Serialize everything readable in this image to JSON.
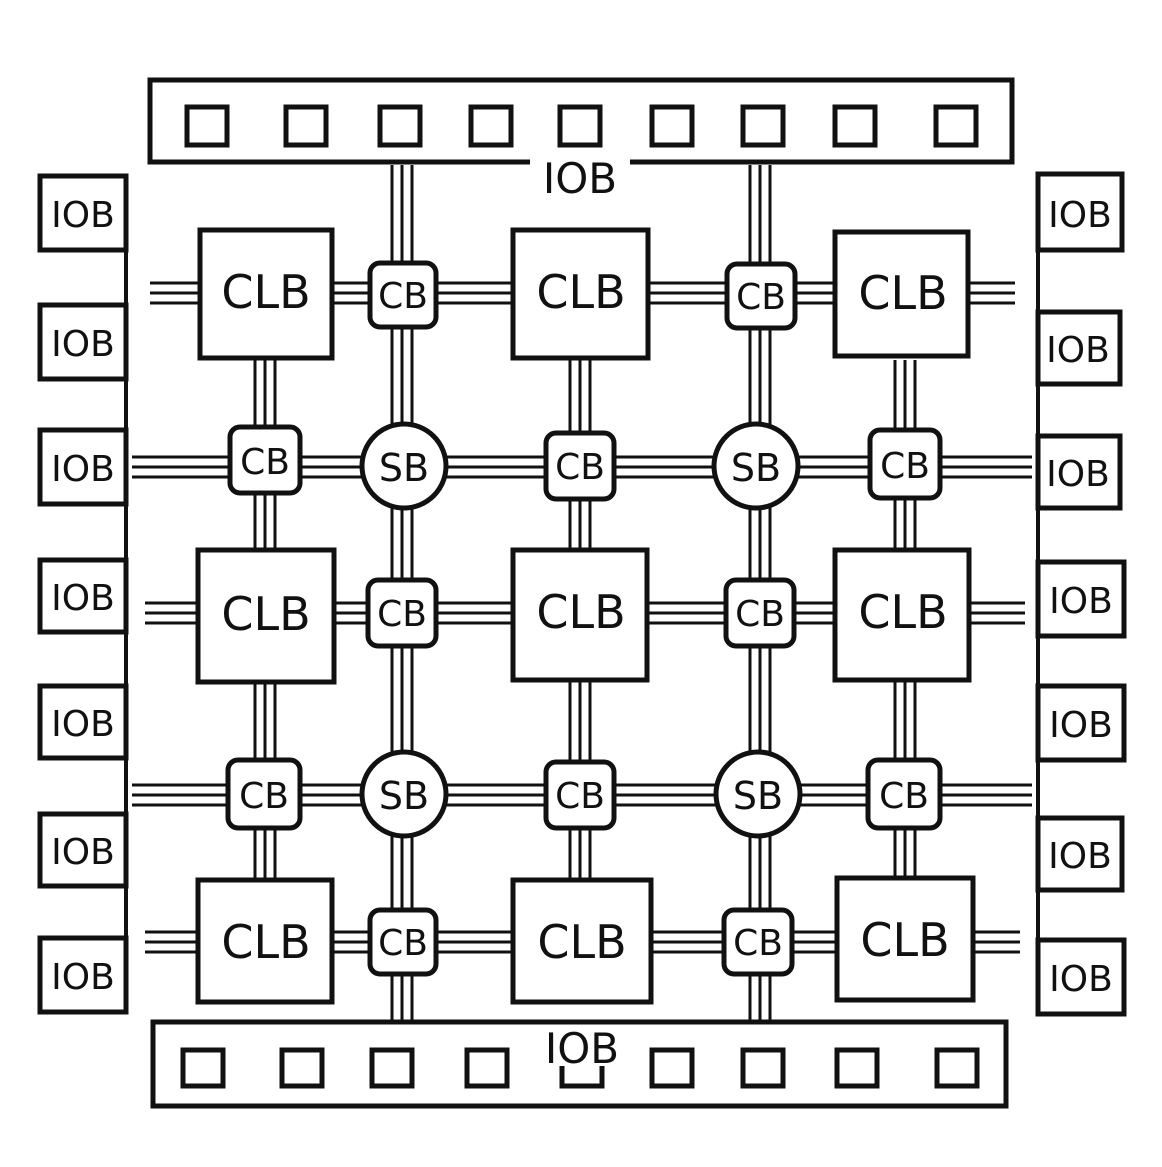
{
  "labels": {
    "iob": "IOB",
    "clb": "CLB",
    "cb": "CB",
    "sb": "SB"
  },
  "colors": {
    "ink": "#111111",
    "paper": "#ffffff"
  },
  "top_bar": {
    "label": "IOB",
    "pad_count": 9
  },
  "bottom_bar": {
    "label": "IOB",
    "pad_count": 9
  },
  "left_column": {
    "iob_count": 7
  },
  "right_column": {
    "iob_count": 7
  },
  "fabric": {
    "clb_rows": 3,
    "clb_cols": 3,
    "sb_rows": 2,
    "sb_cols": 2
  }
}
